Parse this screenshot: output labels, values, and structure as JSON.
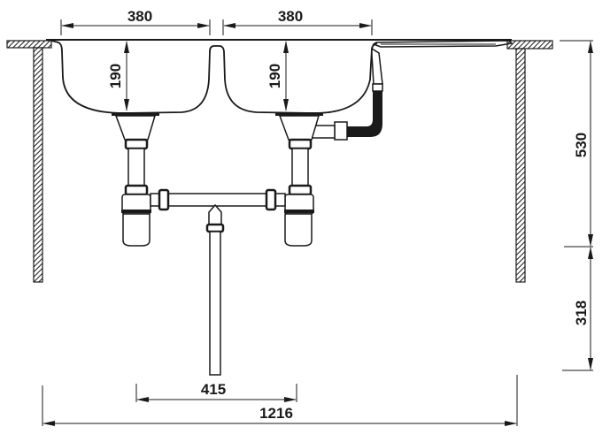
{
  "diagram": {
    "subject": "Double-bowl inset kitchen sink with twin siphon waste kit — installation dimensions",
    "units": "mm",
    "colors": {
      "line": "#1a1a1a",
      "background": "#ffffff",
      "hatch": "#1a1a1a"
    }
  },
  "dimensions": {
    "bowl_left_width": "380",
    "bowl_right_width": "380",
    "bowl_left_depth": "190",
    "bowl_right_depth": "190",
    "cabinet_height": "530",
    "drain_height": "318",
    "siphon_spacing": "415",
    "overall_width": "1216"
  },
  "components": {
    "left_bowl": "left-sink-bowl",
    "right_bowl": "right-sink-bowl",
    "drainboard": "drainboard",
    "overflow_hose": "overflow-hose",
    "left_siphon": "left-bottle-trap",
    "right_siphon": "right-bottle-trap",
    "connector_pipe": "horizontal-connector-pipe",
    "waste_pipe": "vertical-waste-pipe",
    "left_cabinet_wall": "left-cabinet-side",
    "right_cabinet_wall": "right-cabinet-side"
  }
}
